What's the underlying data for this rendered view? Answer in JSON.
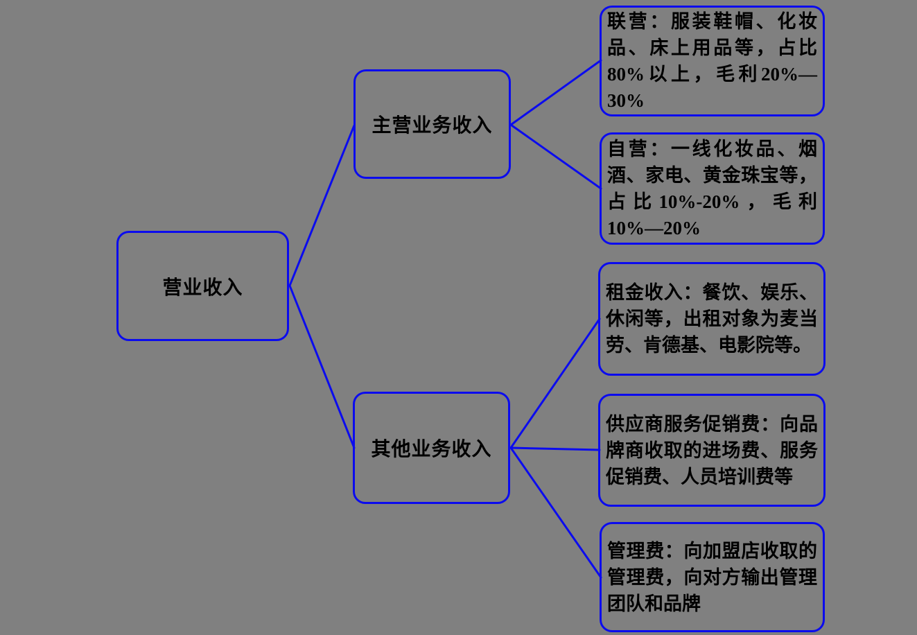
{
  "colors": {
    "background": "#808080",
    "line": "#0b0bee",
    "text": "#000000"
  },
  "diagram": {
    "type": "tree",
    "root": {
      "label": "营业收入"
    },
    "branches": [
      {
        "label": "主营业务收入"
      },
      {
        "label": "其他业务收入"
      }
    ],
    "leaves": [
      {
        "parent": "主营业务收入",
        "label": "联营：服装鞋帽、化妆品、床上用品等，占比80%以上，毛利20%—30%"
      },
      {
        "parent": "主营业务收入",
        "label": "自营：一线化妆品、烟酒、家电、黄金珠宝等，占比10%-20%，毛利10%—20%"
      },
      {
        "parent": "其他业务收入",
        "label": "租金收入：餐饮、娱乐、休闲等，出租对象为麦当劳、肯德基、电影院等。"
      },
      {
        "parent": "其他业务收入",
        "label": "供应商服务促销费：向品牌商收取的进场费、服务促销费、人员培训费等"
      },
      {
        "parent": "其他业务收入",
        "label": "管理费：向加盟店收取的管理费，向对方输出管理团队和品牌"
      }
    ]
  }
}
